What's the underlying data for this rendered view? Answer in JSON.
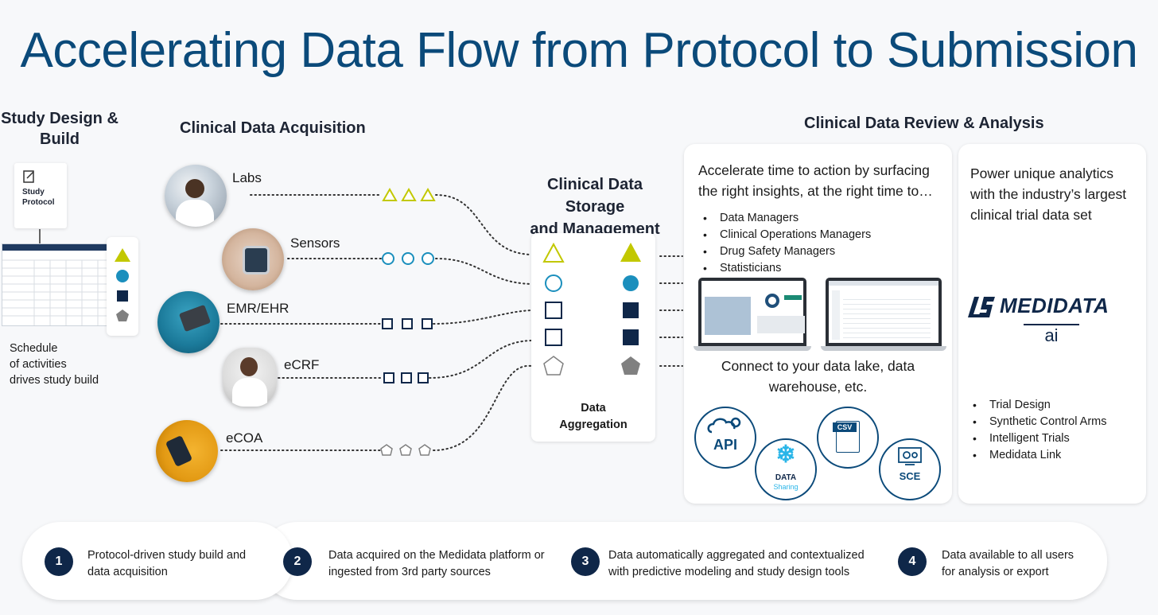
{
  "title": "Accelerating Data Flow from Protocol to Submission",
  "study_design": {
    "header": "Study Design & Build",
    "protocol_label": "Study Protocol",
    "caption_line1": "Schedule",
    "caption_line2": "of activities",
    "caption_line3": "drives study build"
  },
  "acquisition": {
    "header": "Clinical Data Acquisition",
    "sources": [
      "Labs",
      "Sensors",
      "EMR/EHR",
      "eCRF",
      "eCOA"
    ]
  },
  "storage": {
    "header_line1": "Clinical Data Storage",
    "header_line2": "and Management",
    "aggregation_line1": "Data",
    "aggregation_line2": "Aggregation"
  },
  "review": {
    "header": "Clinical Data Review & Analysis",
    "intro_line1": "Accelerate time to action by surfacing",
    "intro_line2": "the right insights, at the right time to…",
    "roles": [
      "Data Managers",
      "Clinical Operations Managers",
      "Drug Safety Managers",
      "Statisticians"
    ],
    "connect_line1": "Connect to your data lake, data",
    "connect_line2": "warehouse, etc.",
    "integrations": {
      "api": "API",
      "data": "DATA",
      "sharing": "Sharing",
      "csv": "CSV",
      "sce": "SCE"
    }
  },
  "analytics": {
    "line1": "Power unique analytics",
    "line2": "with the industry’s largest",
    "line3": "clinical trial data set",
    "logo_text": "MEDIDATA",
    "logo_sub": "ai",
    "items": [
      "Trial Design",
      "Synthetic Control Arms",
      "Intelligent Trials",
      "Medidata Link"
    ]
  },
  "steps": [
    {
      "num": "1",
      "line1": "Protocol-driven study build and",
      "line2": "data acquisition"
    },
    {
      "num": "2",
      "line1": "Data acquired on the Medidata platform or",
      "line2": "ingested from 3rd party sources"
    },
    {
      "num": "3",
      "line1": "Data automatically aggregated and contextualized",
      "line2": "with predictive modeling and study design tools"
    },
    {
      "num": "4",
      "line1": "Data available to all users",
      "line2": "for analysis or export"
    }
  ],
  "colors": {
    "title": "#0b4a7a",
    "triangle": "#c2c800",
    "circle": "#1b8fbd",
    "square": "#0f2749",
    "pentagon": "#808080",
    "step_badge": "#0f2749"
  },
  "icons": {
    "triangle": "triangle-icon",
    "circle": "circle-icon",
    "square": "square-icon",
    "pentagon": "pentagon-icon"
  }
}
